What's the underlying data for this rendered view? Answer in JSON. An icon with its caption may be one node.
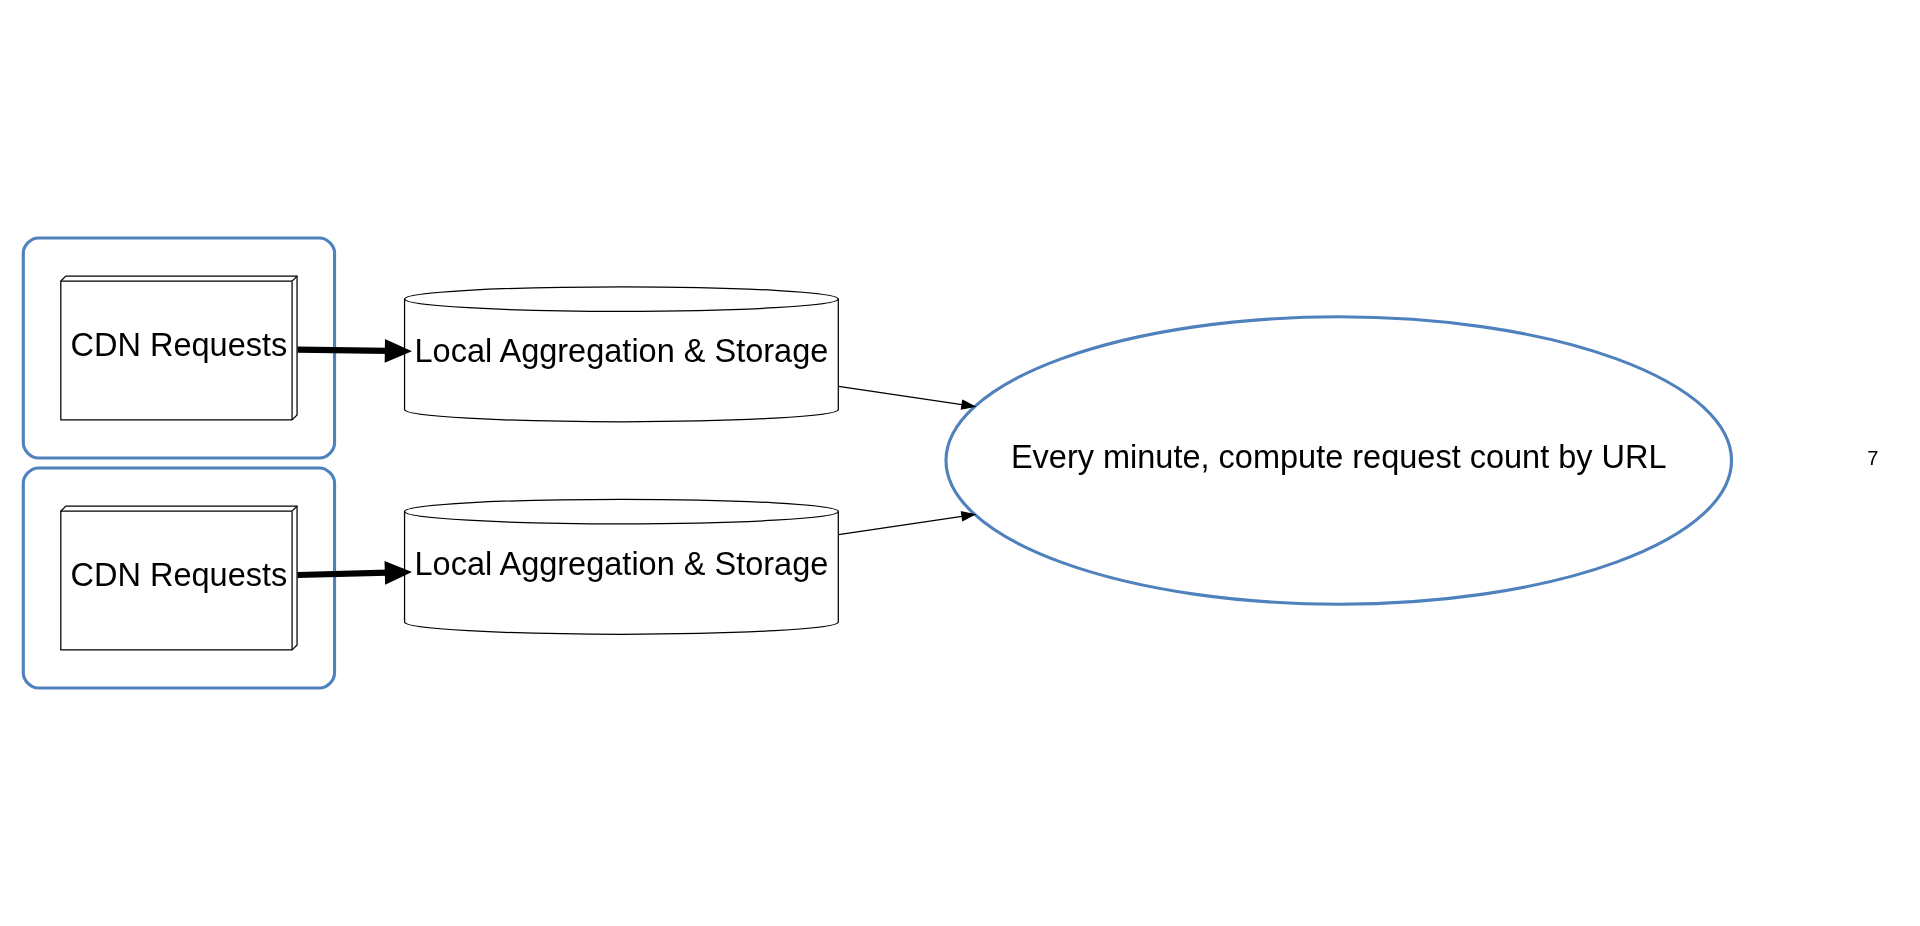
{
  "diagram": {
    "nodes": [
      {
        "text": [],
        "shape": "cloud"
      },
      {
        "text": [
          "CDN Requests"
        ],
        "in": 0
      },
      {
        "text": [
          "Local Aggregation & Storage"
        ]
      },
      {
        "text": [],
        "shape": "cloud"
      },
      {
        "text": [
          "CDN Requests"
        ],
        "in": 3
      },
      {
        "text": [
          "Local Aggregation & Storage"
        ]
      },
      {
        "text": [
          "Every minute, compute request count by URL"
        ]
      }
    ],
    "edges": [
      {
        "from": 1,
        "to": 2,
        "arrow": "to",
        "style": "thick"
      },
      {
        "from": 2,
        "to": 6,
        "arrow": "to"
      },
      {
        "from": 4,
        "to": 5,
        "arrow": "to",
        "style": "thick"
      },
      {
        "from": 5,
        "to": 6,
        "arrow": "to"
      }
    ],
    "labels": [
      "7"
    ]
  }
}
